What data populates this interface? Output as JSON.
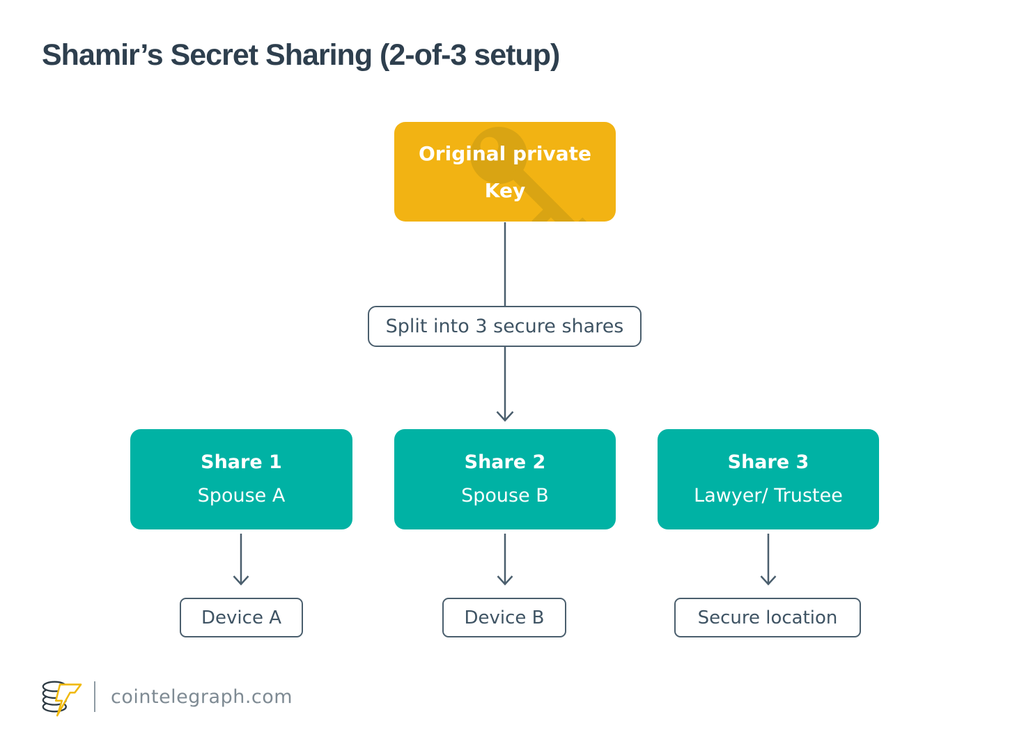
{
  "title": "Shamir’s Secret Sharing (2-of-3 setup)",
  "diagram": {
    "root": {
      "line1": "Original private",
      "line2": "Key",
      "icon": "key-icon"
    },
    "split": {
      "label": "Split into 3 secure shares"
    },
    "shares": [
      {
        "name": "Share 1",
        "holder": "Spouse A",
        "storage": "Device A"
      },
      {
        "name": "Share 2",
        "holder": "Spouse B",
        "storage": "Device B"
      },
      {
        "name": "Share 3",
        "holder": "Lawyer/ Trustee",
        "storage": "Secure location"
      }
    ]
  },
  "footer": {
    "site": "cointelegraph.com",
    "logo": "cointelegraph-coin-bolt-logo"
  },
  "colors": {
    "amber": "#F2B313",
    "amber_dark": "#D9A413",
    "teal": "#00B2A4",
    "slate_stroke": "#4A5E6D",
    "title_text": "#2E3F4E",
    "muted_gray": "#7E8A93"
  }
}
